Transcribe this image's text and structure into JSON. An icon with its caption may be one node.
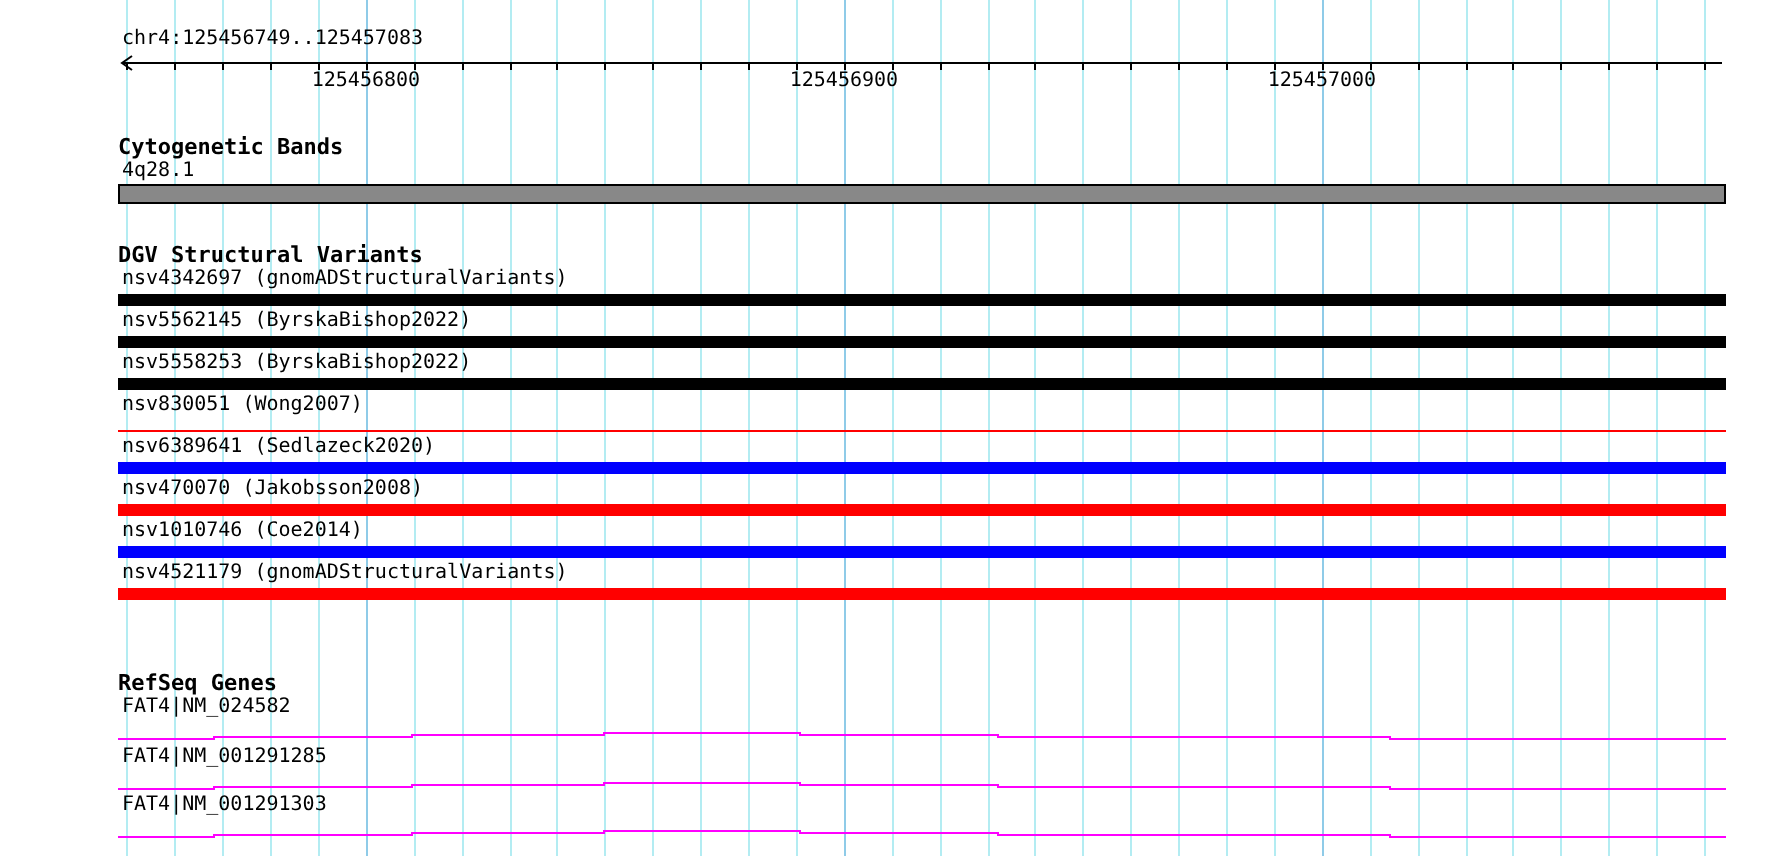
{
  "diagram": {
    "nodes": [
      {
        "text": [
          "Cytogenetic Bands"
        ]
      },
      {
        "text": [
          "4q28.1"
        ],
        "in": 0
      },
      {
        "text": [
          "DGV Structural Variants"
        ]
      },
      {
        "text": [
          "nsv4342697 (gnomADStructuralVariants)"
        ],
        "in": 2
      },
      {
        "text": [
          "nsv5562145 (ByrskaBishop2022)"
        ],
        "in": 2
      },
      {
        "text": [
          "nsv5558253 (ByrskaBishop2022)"
        ],
        "in": 2
      },
      {
        "text": [
          "nsv830051 (Wong2007)"
        ],
        "in": 2
      },
      {
        "text": [
          "nsv6389641 (Sedlazeck2020)"
        ],
        "in": 2
      },
      {
        "text": [
          "nsv470070 (Jakobsson2008)"
        ],
        "in": 2
      },
      {
        "text": [
          "nsv1010746 (Coe2014)"
        ],
        "in": 2
      },
      {
        "text": [
          "nsv4521179 (gnomADStructuralVariants)"
        ],
        "in": 2
      },
      {
        "text": [
          "RefSeq Genes"
        ]
      },
      {
        "text": [
          "FAT4|NM_024582"
        ],
        "in": 11
      },
      {
        "text": [
          "FAT4|NM_001291285"
        ],
        "in": 11
      },
      {
        "text": [
          "FAT4|NM_001291303"
        ],
        "in": 11
      }
    ],
    "labels": [
      "chr4:125456749..125457083",
      "125456800",
      "125456900",
      "125457000"
    ]
  }
}
